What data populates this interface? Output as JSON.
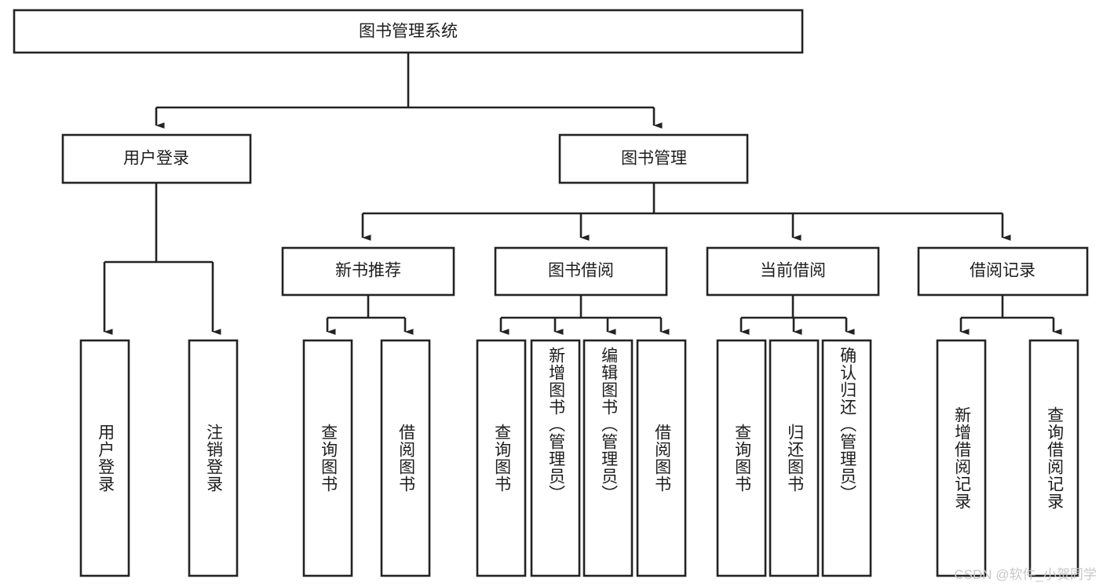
{
  "diagram": {
    "type": "tree",
    "title": "图书管理系统",
    "root": {
      "label": "图书管理系统"
    },
    "level2": [
      {
        "label": "用户登录"
      },
      {
        "label": "图书管理"
      }
    ],
    "level3": [
      {
        "label": "新书推荐"
      },
      {
        "label": "图书借阅"
      },
      {
        "label": "当前借阅"
      },
      {
        "label": "借阅记录"
      }
    ],
    "leaves": {
      "user_login": [
        {
          "label": "用户登录"
        },
        {
          "label": "注销登录"
        }
      ],
      "new_book_recommend": [
        {
          "label": "查询图书"
        },
        {
          "label": "借阅图书"
        }
      ],
      "book_borrow": [
        {
          "label": "查询图书"
        },
        {
          "label": "新增图书（管理员）"
        },
        {
          "label": "编辑图书（管理员）"
        },
        {
          "label": "借阅图书"
        }
      ],
      "current_borrow": [
        {
          "label": "查询图书"
        },
        {
          "label": "归还图书"
        },
        {
          "label": "确认归还（管理员）"
        }
      ],
      "borrow_record": [
        {
          "label": "新增借阅记录"
        },
        {
          "label": "查询借阅记录"
        }
      ]
    }
  },
  "watermark": {
    "text": "CSDN @软件_小贺同学"
  },
  "colors": {
    "stroke": "#232323",
    "box_fill": "#ffffff",
    "text": "#1d1d1d",
    "watermark": "#c8c8c8",
    "background": "#ffffff"
  }
}
